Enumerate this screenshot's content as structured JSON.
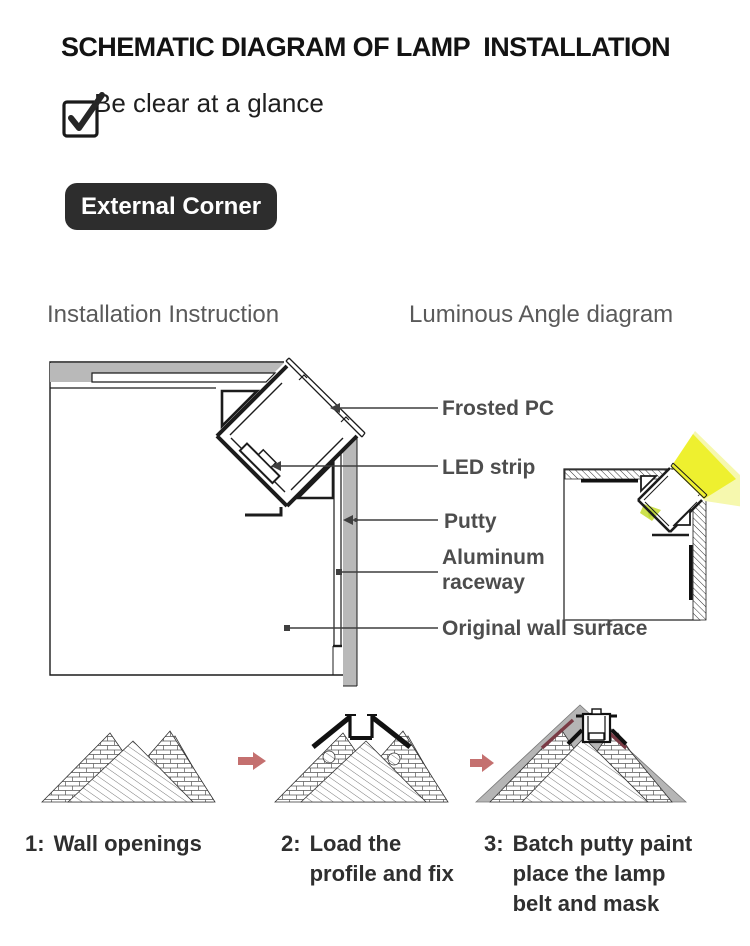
{
  "header": {
    "title": "SCHEMATIC DIAGRAM OF LAMP  INSTALLATION"
  },
  "tagline": {
    "text": "Be clear at a glance",
    "checkbox_checked": "true"
  },
  "variant_button": {
    "label": "External Corner"
  },
  "sections": {
    "left_title": "Installation Instruction",
    "right_title": "Luminous Angle diagram"
  },
  "installation_diagram": {
    "labels": {
      "frosted_pc": "Frosted PC",
      "led_strip": "LED strip",
      "putty": "Putty",
      "aluminum_raceway": "Aluminum raceway",
      "original_wall": "Original wall surface"
    }
  },
  "steps": [
    {
      "number": "1:",
      "text": "Wall openings"
    },
    {
      "number": "2:",
      "text": "Load the profile and fix"
    },
    {
      "number": "3:",
      "text": "Batch putty paint place the lamp belt and mask"
    }
  ],
  "colors": {
    "button_bg": "#2d2d2d",
    "putty_gray": "#b9b9b9",
    "beam_core": "#eef02f",
    "beam_glow": "#f6f8ae",
    "splash_green": "#cde14e",
    "arrow_red": "#c4706f",
    "maroon_paint": "#7a3b45",
    "line_dark": "#1c1c1c"
  }
}
